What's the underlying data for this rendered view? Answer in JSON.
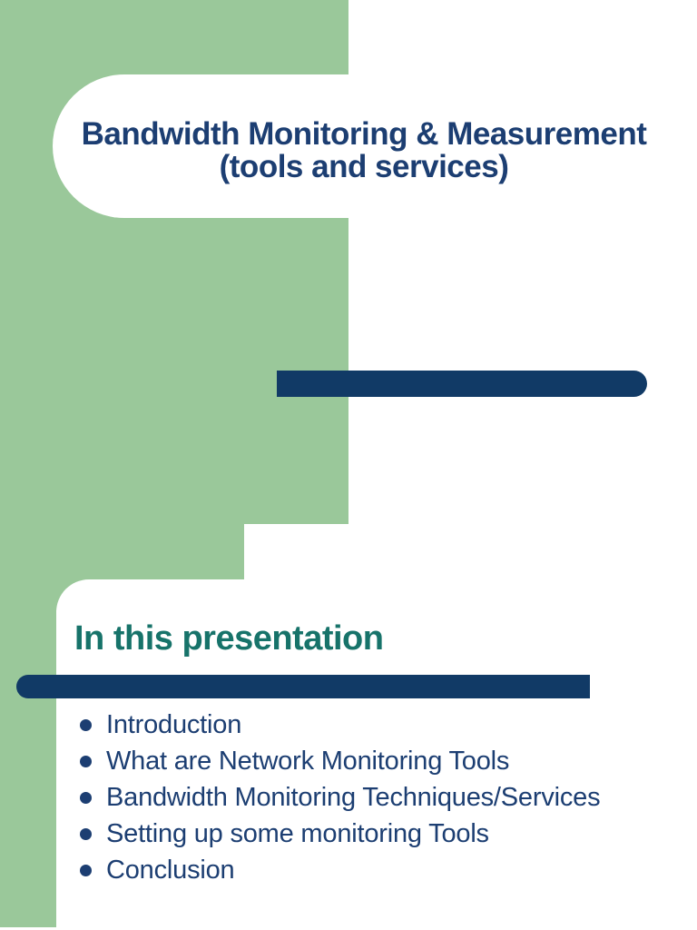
{
  "colors": {
    "green": "#9AC89A",
    "navy_bar": "#113A66",
    "navy_text": "#1C3E72",
    "teal_heading": "#17736A",
    "background": "#FFFFFF"
  },
  "slide1": {
    "title_line1": "Bandwidth Monitoring & Measurement",
    "title_line2": "(tools and services)"
  },
  "slide2": {
    "heading": "In this presentation",
    "bullets": [
      "Introduction",
      "What are Network Monitoring Tools",
      "Bandwidth Monitoring Techniques/Services",
      "Setting up some monitoring Tools",
      "Conclusion"
    ]
  }
}
